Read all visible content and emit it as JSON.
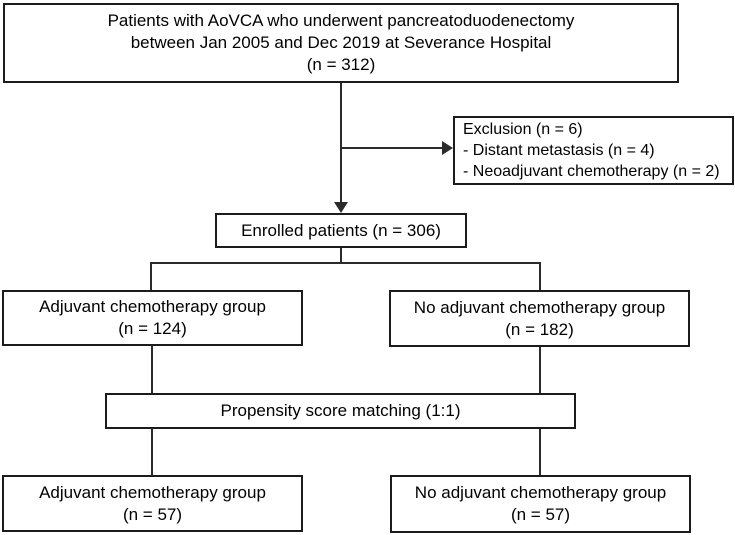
{
  "figure": {
    "boxes": {
      "patients": {
        "lines": [
          "Patients with AoVCA who underwent pancreatoduodenectomy",
          "between Jan 2005 and Dec 2019 at Severance Hospital",
          "(n = 312)"
        ]
      },
      "exclusion": {
        "lines": [
          "Exclusion (n = 6)",
          "- Distant metastasis (n = 4)",
          "- Neoadjuvant chemotherapy (n = 2)"
        ]
      },
      "enrolled": {
        "lines": [
          "Enrolled patients (n = 306)"
        ]
      },
      "adjuvant": {
        "lines": [
          "Adjuvant chemotherapy group",
          "(n = 124)"
        ]
      },
      "no_adjuvant": {
        "lines": [
          "No adjuvant chemotherapy group",
          "(n = 182)"
        ]
      },
      "psm": {
        "lines": [
          "Propensity score matching (1:1)"
        ]
      },
      "adjuvant_matched": {
        "lines": [
          "Adjuvant chemotherapy group",
          "(n = 57)"
        ]
      },
      "no_adjuvant_matched": {
        "lines": [
          "No adjuvant chemotherapy group",
          "(n = 57)"
        ]
      }
    },
    "colors": {
      "background": "#ffffff",
      "border": "#1c1c1c",
      "line": "#2b2b2b",
      "text": "#000000"
    }
  }
}
